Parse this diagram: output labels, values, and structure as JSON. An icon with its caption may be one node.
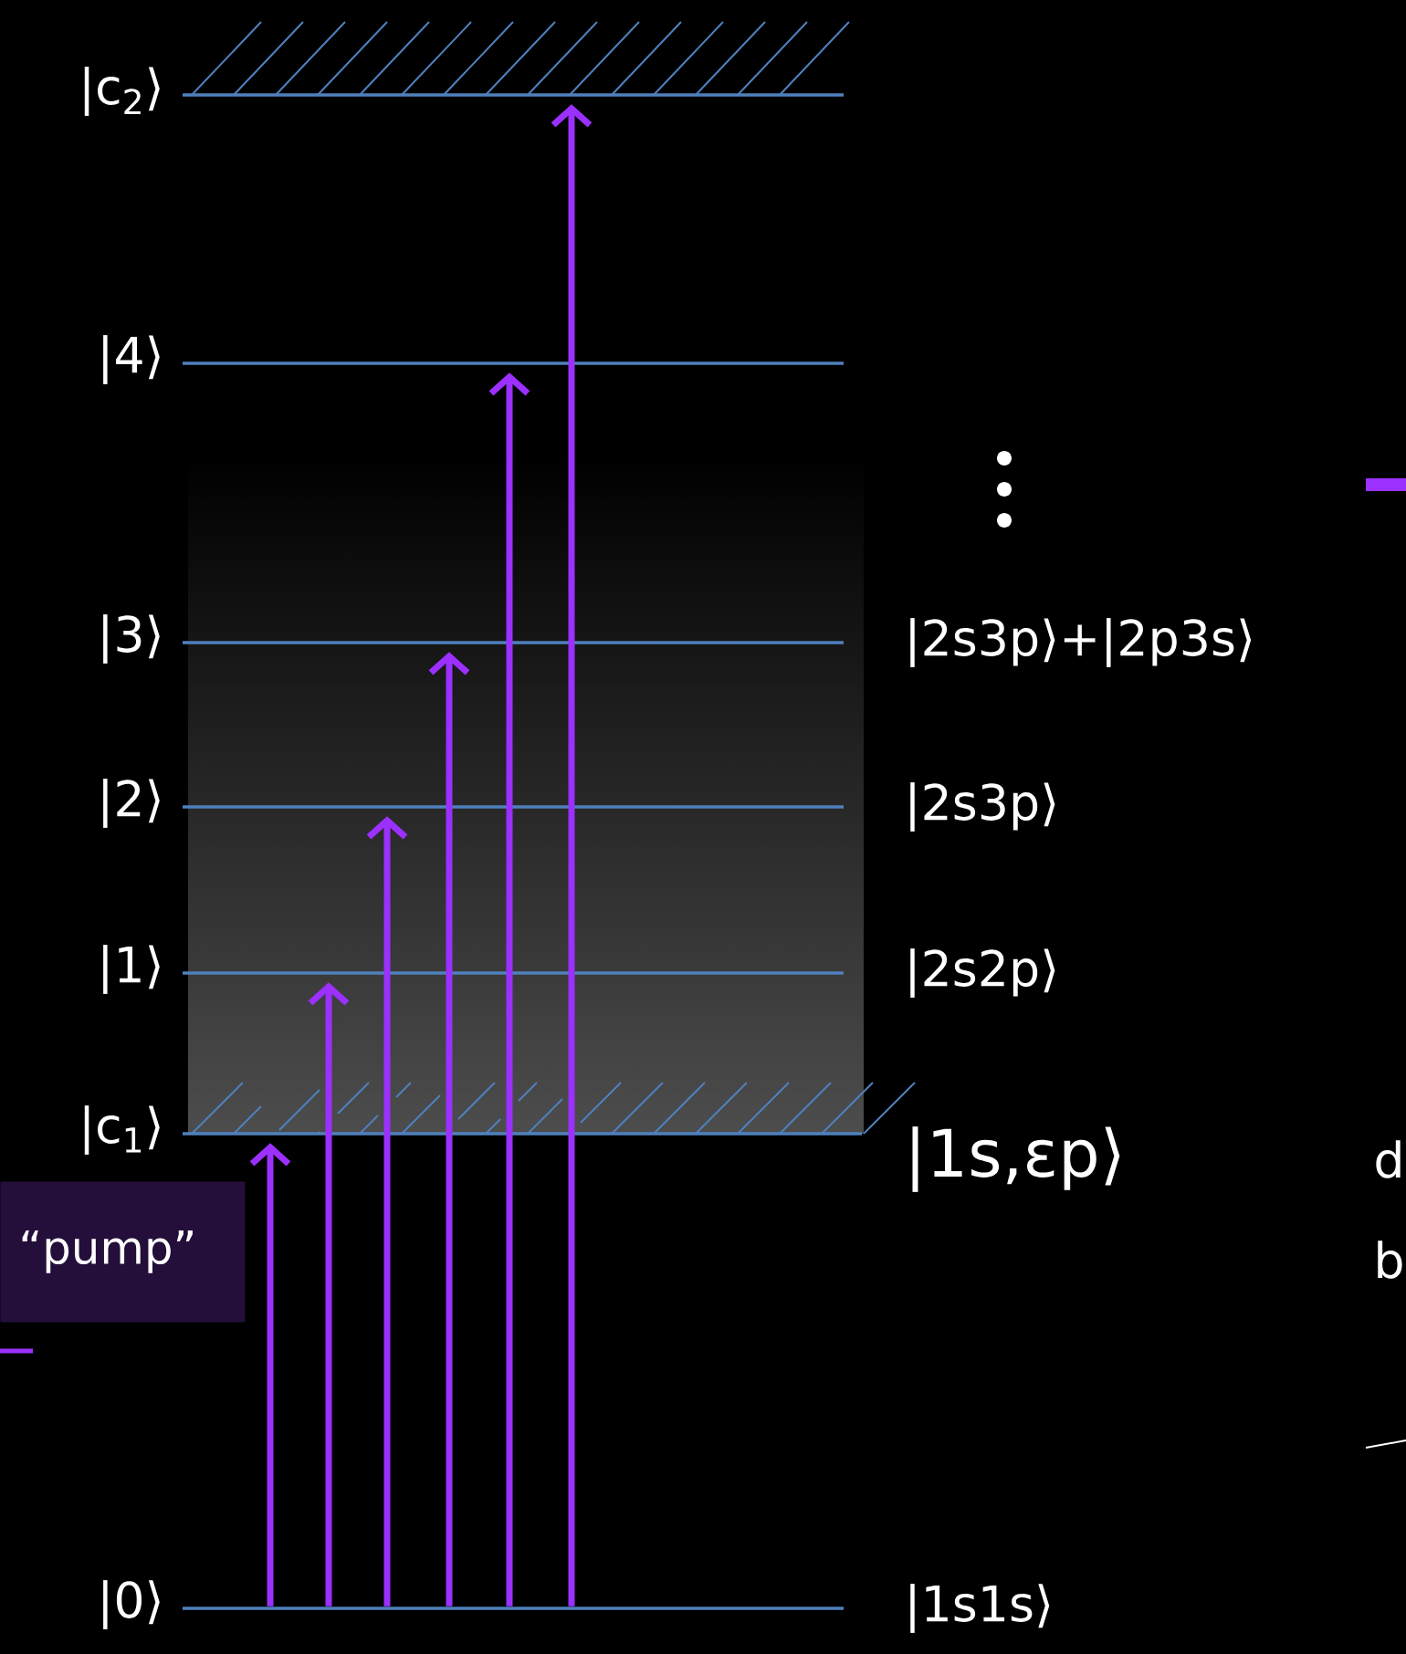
{
  "diagram": {
    "nodes": [
      {
        "text": [],
        "shape": "bar",
        "beside": [
          "|c$_{2}$⟩"
        ]
      },
      {
        "text": [],
        "shape": "bar",
        "beside": [
          "|4⟩"
        ]
      },
      {
        "text": [],
        "shape": "bar",
        "beside": [
          "|3⟩",
          "|2s3p⟩+|2p3s⟩"
        ]
      },
      {
        "text": [],
        "shape": "bar",
        "beside": [
          "|2⟩",
          "|2s3p⟩"
        ]
      },
      {
        "text": [],
        "shape": "bar",
        "beside": [
          "|1⟩",
          "|2s2p⟩"
        ]
      },
      {
        "text": [],
        "shape": "bar",
        "beside": [
          "|c$_{1}$⟩",
          "|1s,εp⟩"
        ]
      },
      {
        "text": [
          "“pump”"
        ]
      },
      {
        "text": [],
        "shape": "bar",
        "beside": [
          "|0⟩",
          "|1s1s⟩"
        ]
      }
    ],
    "edges": [
      {
        "from": 7,
        "to": 5,
        "arrow": "to"
      },
      {
        "from": 7,
        "to": 4,
        "arrow": "to"
      },
      {
        "from": 7,
        "to": 3,
        "arrow": "to"
      },
      {
        "from": 7,
        "to": 2,
        "arrow": "to"
      },
      {
        "from": 7,
        "to": 1,
        "arrow": "to"
      },
      {
        "from": 7,
        "to": 0,
        "arrow": "to"
      }
    ],
    "labels": [
      "d",
      "b"
    ]
  }
}
